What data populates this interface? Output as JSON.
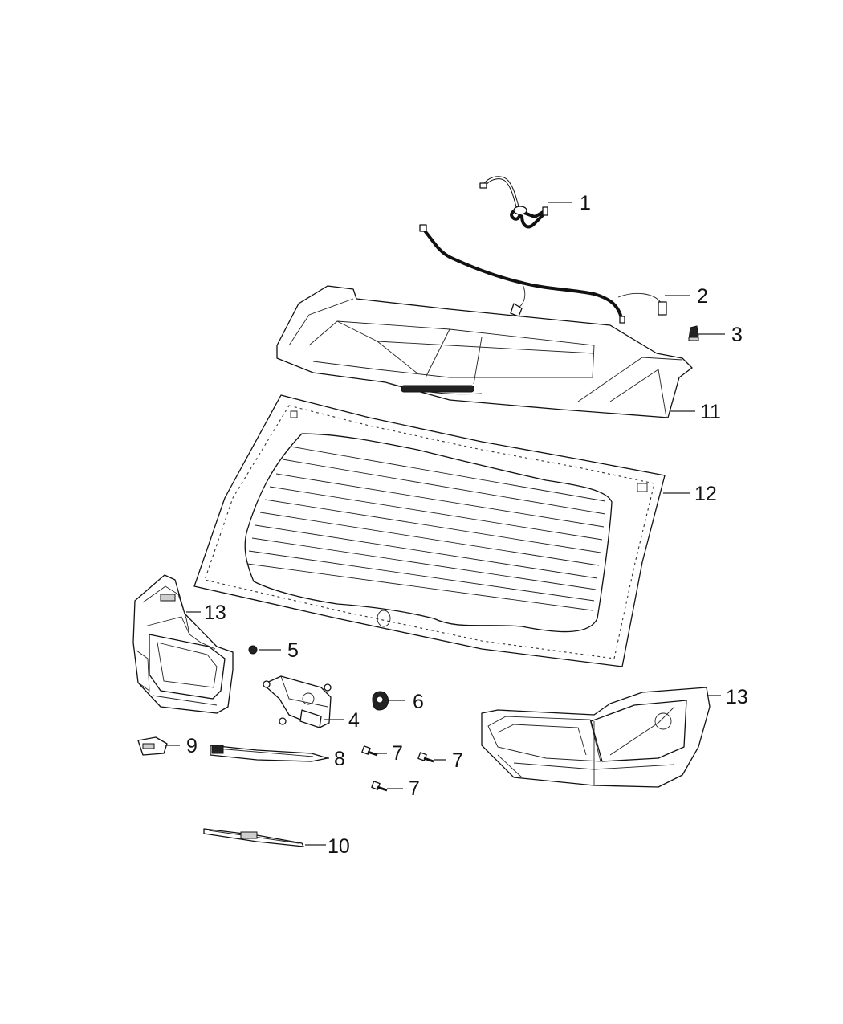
{
  "callouts": [
    {
      "id": "c1",
      "label": "1"
    },
    {
      "id": "c2",
      "label": "2"
    },
    {
      "id": "c3",
      "label": "3"
    },
    {
      "id": "c4",
      "label": "4"
    },
    {
      "id": "c5",
      "label": "5"
    },
    {
      "id": "c6",
      "label": "6"
    },
    {
      "id": "c7a",
      "label": "7"
    },
    {
      "id": "c7b",
      "label": "7"
    },
    {
      "id": "c7c",
      "label": "7"
    },
    {
      "id": "c8",
      "label": "8"
    },
    {
      "id": "c9",
      "label": "9"
    },
    {
      "id": "c10",
      "label": "10"
    },
    {
      "id": "c11",
      "label": "11"
    },
    {
      "id": "c12",
      "label": "12"
    },
    {
      "id": "c13a",
      "label": "13"
    },
    {
      "id": "c13b",
      "label": "13"
    }
  ]
}
